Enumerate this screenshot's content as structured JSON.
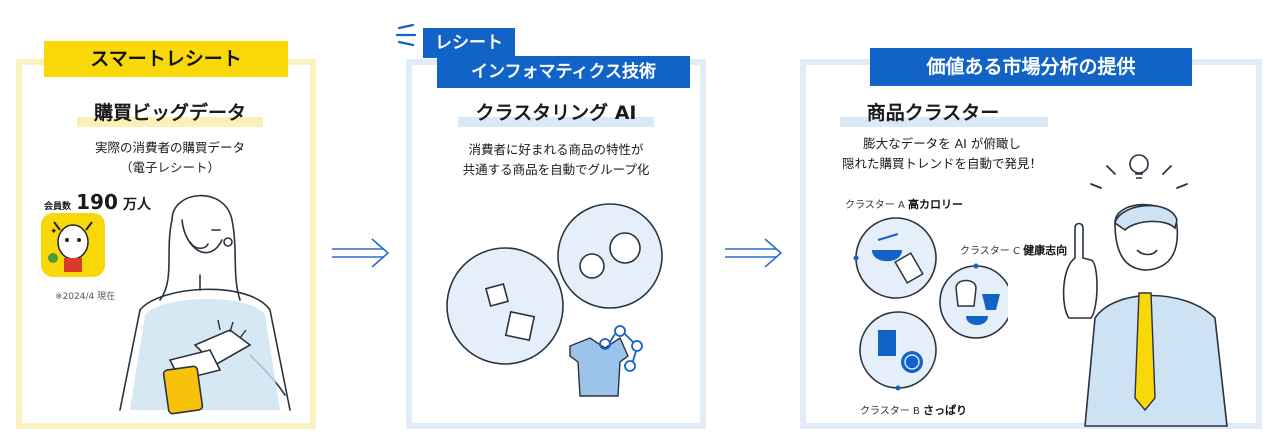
{
  "colors": {
    "accent_yellow": "#f9d80a",
    "accent_blue": "#1263c7",
    "panel_yellow": "#fbf2c2",
    "panel_blue": "#e0edf8"
  },
  "step1": {
    "tag": "スマートレシート",
    "heading": "購買ビッグデータ",
    "desc_line1": "実際の消費者の購買データ",
    "desc_line2": "（電子レシート）",
    "members_prefix": "会員数",
    "members_count": "190",
    "members_unit": "万人",
    "members_mark": "※",
    "note": "※2024/4 現在"
  },
  "step2": {
    "tag_line1": "レシート",
    "tag_line2": "インフォマティクス技術",
    "heading": "クラスタリング AI",
    "desc_line1": "消費者に好まれる商品の特性が",
    "desc_line2": "共通する商品を自動でグループ化"
  },
  "step3": {
    "tag": "価値ある市場分析の提供",
    "heading": "商品クラスター",
    "desc_line1": "膨大なデータを AI が俯瞰し",
    "desc_line2": "隠れた購買トレンドを自動で発見！",
    "clusters": [
      {
        "prefix": "クラスター A",
        "name": "高カロリー"
      },
      {
        "prefix": "クラスター C",
        "name": "健康志向"
      },
      {
        "prefix": "クラスター B",
        "name": "さっぱり"
      }
    ]
  },
  "icons": [
    "arrow-right-icon",
    "phone-icon",
    "lightbulb-icon",
    "ramen-icon",
    "chocolate-icon",
    "bread-icon",
    "yogurt-icon",
    "salad-icon",
    "juice-icon",
    "lemon-icon",
    "shirt-icon"
  ]
}
